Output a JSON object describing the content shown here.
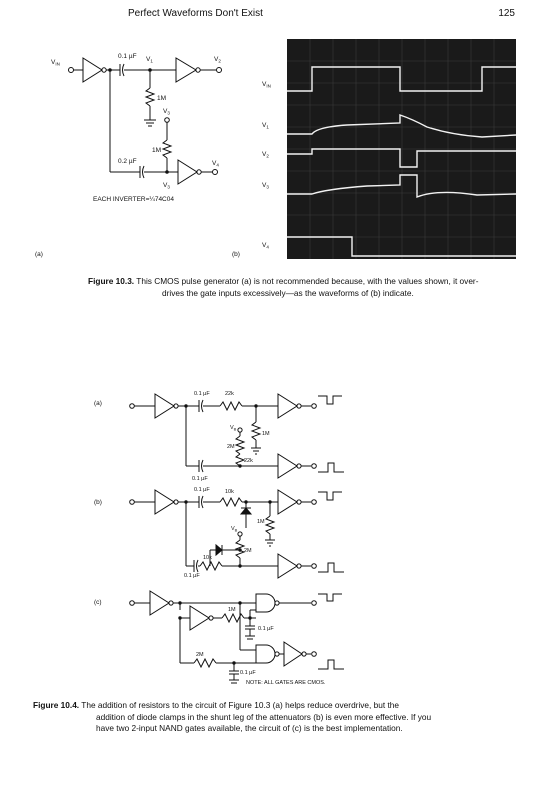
{
  "header": {
    "title": "Perfect Waveforms Don't Exist",
    "page_number": "125"
  },
  "fig3": {
    "labels": {
      "vin": "V",
      "vin_sub": "IN",
      "v1": "V",
      "v1_sub": "1",
      "v2": "V",
      "v2_sub": "2",
      "v3": "V",
      "v3_sub": "3",
      "v4": "V",
      "v4_sub": "4",
      "v5": "V",
      "v5_sub": "3",
      "c1": "0.1 µF",
      "c2": "0.2 µF",
      "r1": "1M",
      "r2": "1M",
      "note": "EACH INVERTER=¼74C04",
      "panel_a": "(a)",
      "panel_b": "(b)"
    },
    "scope_labels": {
      "vin": "V",
      "vin_sub": "IN",
      "v1": "V",
      "v1_sub": "1",
      "v2": "V",
      "v2_sub": "2",
      "v3": "V",
      "v3_sub": "3",
      "v4": "V",
      "v4_sub": "4"
    },
    "caption_label": "Figure 10.3.",
    "caption_line1": "This CMOS pulse generator (a) is not recommended because, with the values shown, it over-",
    "caption_line2": "drives the gate inputs excessively—as the waveforms of (b) indicate."
  },
  "fig4": {
    "a": {
      "label": "(a)",
      "c1": "0.1 µF",
      "r1": "22k",
      "r2": "1M",
      "r3": "2M",
      "r4": "22k",
      "c2": "0.1 µF",
      "vb": "V",
      "vb_sub": "B"
    },
    "b": {
      "label": "(b)",
      "c1": "0.1 µF",
      "r1": "10k",
      "r2": "1M",
      "r3": "2M",
      "r4": "10k",
      "c2": "0.1 µF",
      "vb": "V",
      "vb_sub": "B"
    },
    "c": {
      "label": "(c)",
      "r1": "1M",
      "c1": "0.1 µF",
      "r2": "2M",
      "c2": "0.1 µF",
      "note": "NOTE: ALL GATES ARE CMOS."
    },
    "caption_label": "Figure 10.4.",
    "caption_line1": "The addition of resistors to the circuit of Figure 10.3 (a) helps reduce overdrive, but the",
    "caption_line2": "addition of diode clamps in the shunt leg of the attenuators (b) is even more effective. If you",
    "caption_line3": "have two 2-input NAND gates available, the circuit of (c) is the best implementation."
  }
}
